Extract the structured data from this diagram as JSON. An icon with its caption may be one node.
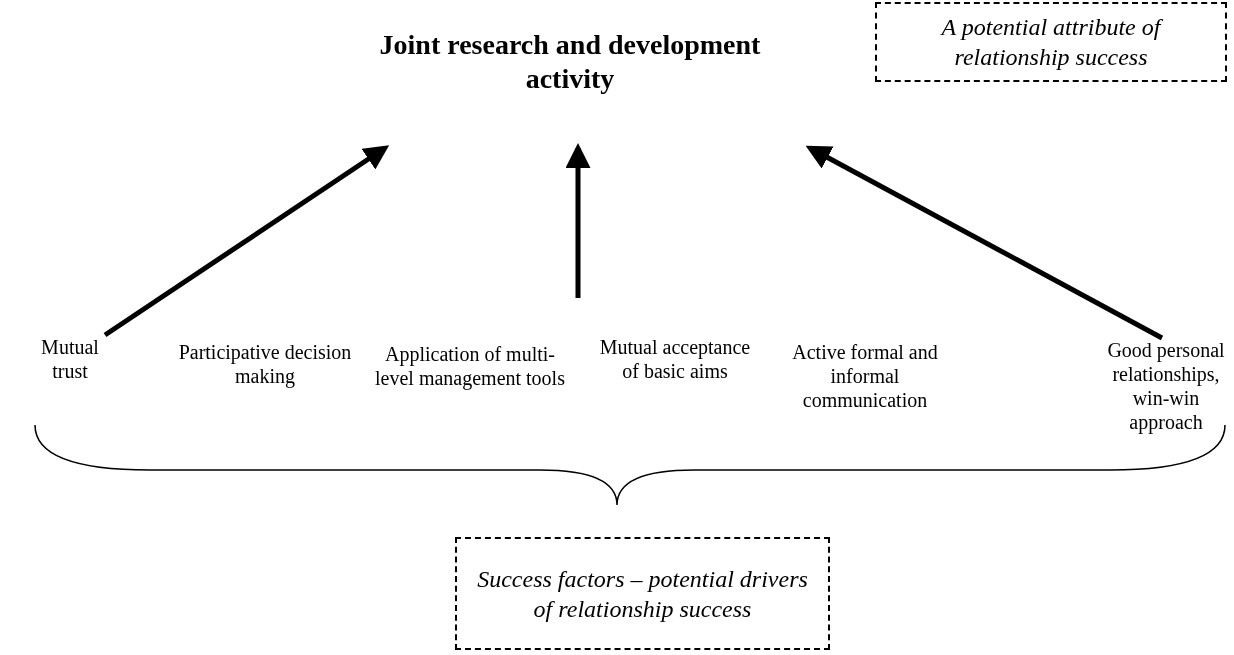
{
  "diagram": {
    "nodes": [
      {
        "text": [
          "Joint research and development activity"
        ]
      },
      {
        "text": [
          "A potential attribute of relationship success"
        ]
      },
      {
        "text": [
          "Mutual trust"
        ]
      },
      {
        "text": [
          "Participative decision making"
        ]
      },
      {
        "text": [
          "Application of multi-level management tools"
        ]
      },
      {
        "text": [
          "Mutual acceptance of basic aims"
        ]
      },
      {
        "text": [
          "Active formal and informal communication"
        ]
      },
      {
        "text": [
          "Good personal relationships, win-win approach"
        ]
      },
      {
        "text": [
          "Success factors – potential drivers of relationship success"
        ]
      }
    ],
    "edges": [
      {
        "from": 2,
        "to": 0,
        "arrow": "to"
      },
      {
        "from": null,
        "to": 0,
        "arrow": "to"
      },
      {
        "from": 7,
        "to": 0,
        "arrow": "to"
      }
    ]
  }
}
